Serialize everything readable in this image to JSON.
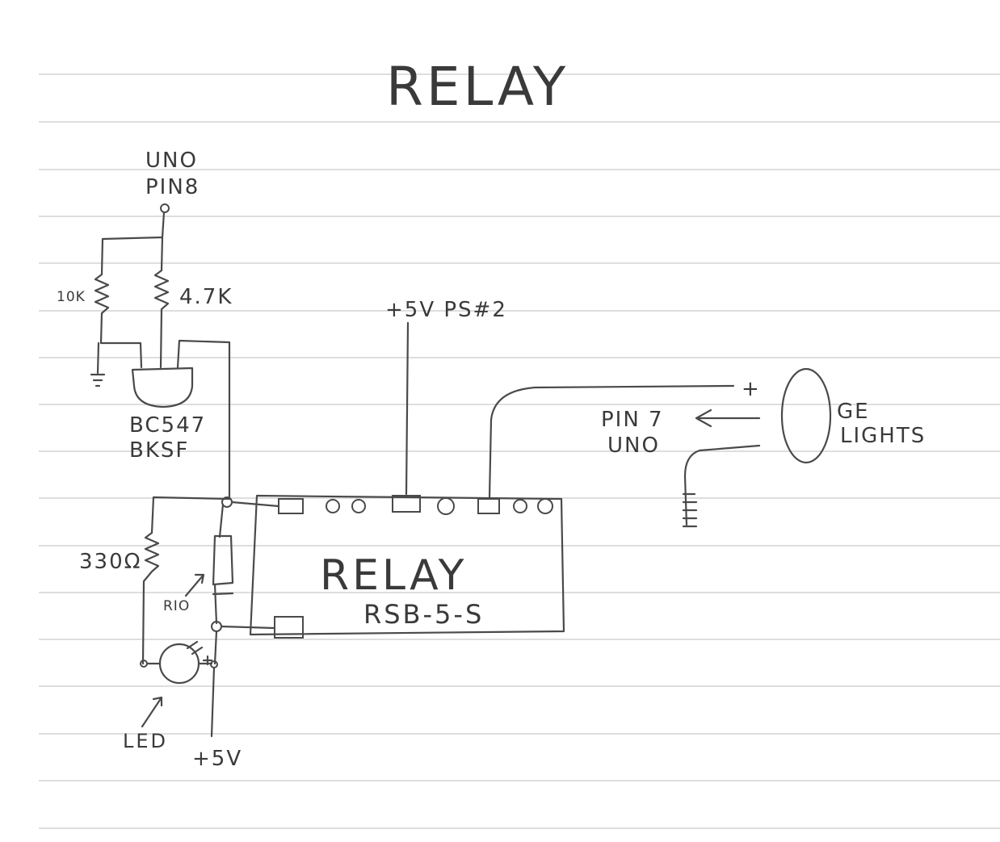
{
  "title": "RELAY",
  "input": {
    "line1": "UNO",
    "line2": "PIN8"
  },
  "resistors": {
    "r_10k": "10K",
    "r_4k7": "4.7K",
    "r_330": "330Ω"
  },
  "transistor": {
    "line1": "BC547",
    "line2": "BKSF"
  },
  "supply_top": "+5V  PS#2",
  "relay_module": {
    "name": "RELAY",
    "part": "RSB-5-S"
  },
  "diode_label": "RIO",
  "led_label": "LED",
  "supply_bottom": "+5V",
  "output": {
    "pin_line1": "PIN 7",
    "pin_line2": "UNO",
    "plus": "+",
    "lights_line1": "GE",
    "lights_line2": "LIGHTS"
  }
}
